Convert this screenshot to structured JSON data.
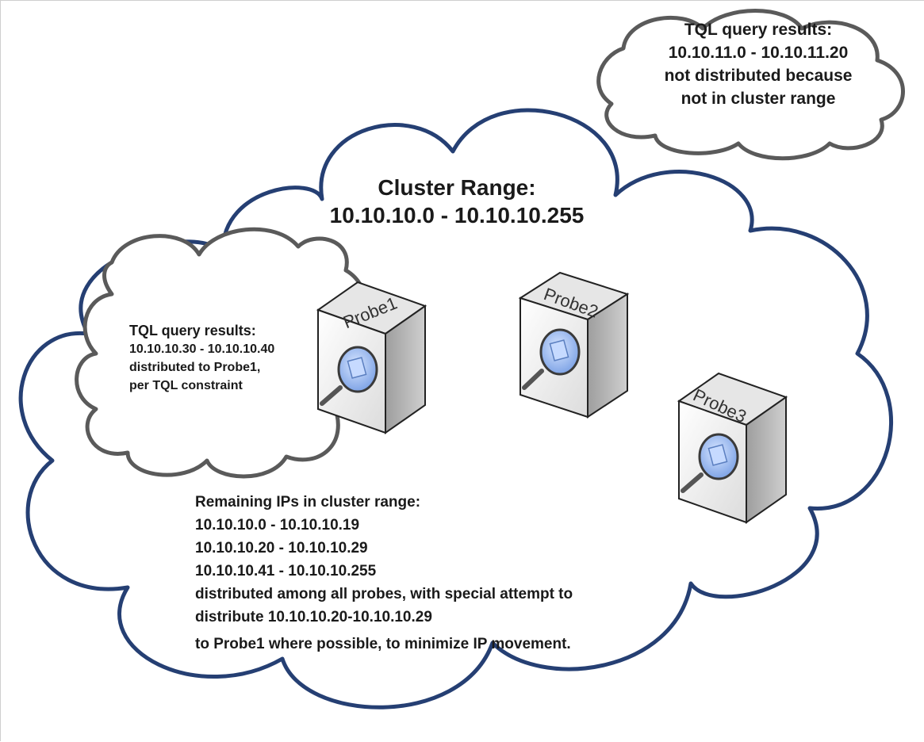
{
  "top_note": {
    "lines": [
      "TQL query results:",
      "10.10.11.0 - 10.10.11.20",
      "not distributed because",
      "not in cluster range"
    ]
  },
  "cluster": {
    "title": "Cluster Range:",
    "range": "10.10.10.0 - 10.10.10.255"
  },
  "left_note": {
    "lines": [
      "TQL query results:",
      "10.10.10.30 - 10.10.10.40",
      "distributed to Probe1,",
      "per TQL constraint"
    ]
  },
  "probes": [
    {
      "label": "Probe1"
    },
    {
      "label": "Probe2"
    },
    {
      "label": "Probe3"
    }
  ],
  "remaining": {
    "lines": [
      "Remaining IPs in cluster range:",
      "10.10.10.0 - 10.10.10.19",
      "10.10.10.20 - 10.10.10.29",
      "10.10.10.41 - 10.10.10.255",
      "distributed among all probes, with special attempt to",
      "distribute 10.10.10.20-10.10.10.29",
      "to Probe1 where possible, to minimize IP movement."
    ]
  },
  "colors": {
    "cluster_outline": "#253f73",
    "note_outline": "#5a5a5a",
    "cube_front": "#f2f2f2",
    "cube_side": "#bdbdbd",
    "lens": "#8fb3ee"
  }
}
